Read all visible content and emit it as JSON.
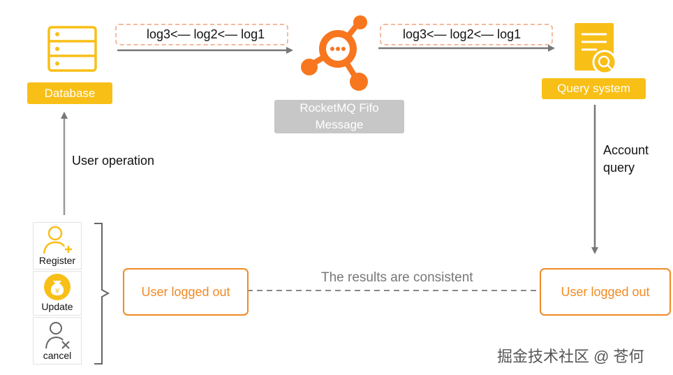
{
  "nodes": {
    "database": "Database",
    "rocketmq_line1": "RocketMQ Fifo",
    "rocketmq_line2": "Message",
    "query_system": "Query system"
  },
  "flows": {
    "db_to_mq": "log3<— log2<— log1",
    "mq_to_query": "log3<— log2<— log1",
    "user_operation": "User operation",
    "account_query_line1": "Account",
    "account_query_line2": "query",
    "results_consistent": "The results are consistent"
  },
  "operations": [
    {
      "label": "Register",
      "icon": "user-add-icon"
    },
    {
      "label": "Update",
      "icon": "money-bag-icon"
    },
    {
      "label": "cancel",
      "icon": "user-cancel-icon"
    }
  ],
  "results": {
    "left": "User logged out",
    "right": "User logged out"
  },
  "watermark": "掘金技术社区 @ 苍何",
  "colors": {
    "yellow": "#f8bf17",
    "orange": "#f08a24",
    "grey_label": "#c7c7c7",
    "arrow": "#777777",
    "dashed_border": "#f2a37a"
  }
}
